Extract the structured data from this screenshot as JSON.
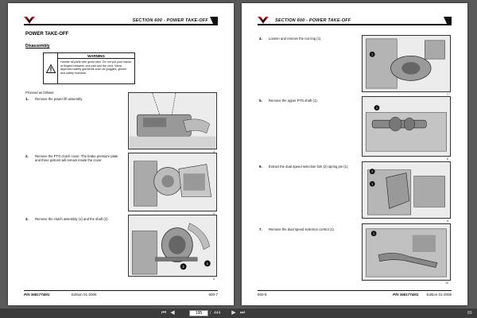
{
  "left_page": {
    "header": "SECTION 600 - POWER TAKE-OFF",
    "section_title": "POWER TAKE-OFF",
    "subtitle": "Disassembly",
    "warning": {
      "heading": "WARNING",
      "text": "Handle all parts with great care. Do not put your hands or fingers between one part and the next. Wear approved safety garments such as goggles, gloves and safety footwear."
    },
    "intro": "Proceed as follows:",
    "steps": [
      {
        "num": "1.",
        "text": "Remove the power lift assembly.",
        "fig": "4"
      },
      {
        "num": "2.",
        "text": "Remove the PTO clutch cover. The brake pressure plate and three pistons will remain inside the cover.",
        "fig": "5"
      },
      {
        "num": "3.",
        "text": "Remove the clutch assembly (1) and the shaft (2).",
        "fig": "6"
      }
    ],
    "callouts": [
      "1",
      "2"
    ],
    "footer": {
      "part_number": "P/N 3681774M1",
      "edition": "Edition 01-2006",
      "page": "600-7"
    }
  },
  "right_page": {
    "header": "SECTION 600 - POWER TAKE-OFF",
    "steps": [
      {
        "num": "4.",
        "text": "Loosen and remove the nut ring (1).",
        "fig": "7"
      },
      {
        "num": "5.",
        "text": "Remove the upper PTO shaft (1).",
        "fig": "8"
      },
      {
        "num": "6.",
        "text": "Extract the dual speed selection fork (2) spring pin (1).",
        "fig": "9"
      },
      {
        "num": "7.",
        "text": "Remove the dual speed selection control (1).",
        "fig": "10"
      }
    ],
    "callouts": [
      "1",
      "1",
      "1",
      "2",
      "1"
    ],
    "footer": {
      "page": "600-8",
      "part_number": "P/N 3681774M1",
      "edition": "Edition 01-2006"
    }
  },
  "viewer": {
    "current_page": "195",
    "separator": "/",
    "total_pages": "444",
    "zoom": "89"
  },
  "icons": [
    "first-page-icon",
    "prev-page-icon",
    "next-page-icon",
    "last-page-icon",
    "brand-logo",
    "warning-triangle-icon"
  ]
}
